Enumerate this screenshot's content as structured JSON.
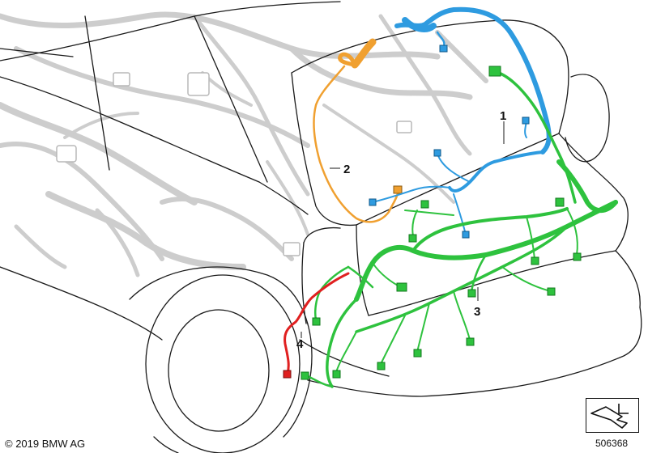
{
  "callouts": {
    "c1": "1",
    "c2": "2",
    "c3": "3",
    "c4": "4"
  },
  "footer": {
    "copyright": "© 2019 BMW AG",
    "ref_number": "506368"
  },
  "colors": {
    "harness_1": "#2e9be0",
    "harness_2": "#f0a030",
    "harness_3": "#2ec23e",
    "harness_4": "#e02020",
    "background_wiring": "#c8c8c8",
    "outline": "#1a1a1a"
  },
  "icons": {
    "nav": "view-navigation-icon"
  }
}
